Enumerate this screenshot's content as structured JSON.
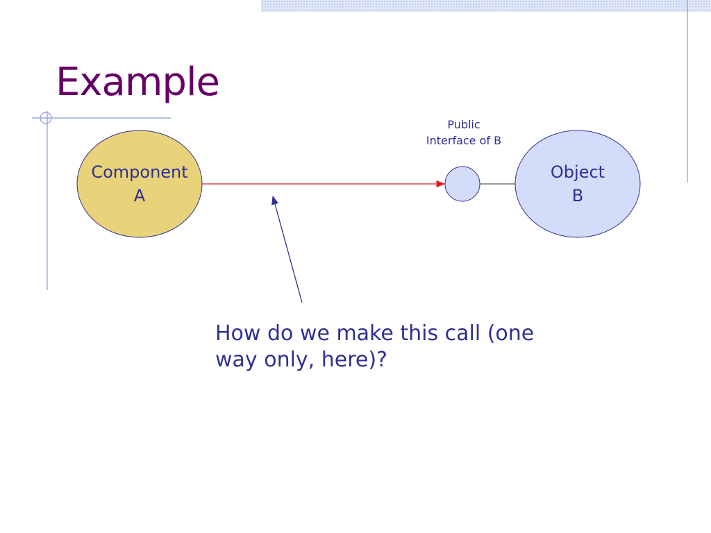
{
  "slide": {
    "title": "Example",
    "question": "How do we make this call (one way only, here)?"
  },
  "diagram": {
    "component_a": {
      "line1": "Component",
      "line2": "A",
      "fill": "#e8d27a"
    },
    "object_b": {
      "line1": "Object",
      "line2": "B",
      "fill": "#d3dcf8"
    },
    "interface": {
      "line1": "Public",
      "line2": "Interface of B",
      "fill": "#d3dcf8"
    },
    "call_arrow_color": "#e02020",
    "text_color": "#2e3192",
    "title_color": "#660066",
    "decor_line_color": "#8899dd"
  }
}
